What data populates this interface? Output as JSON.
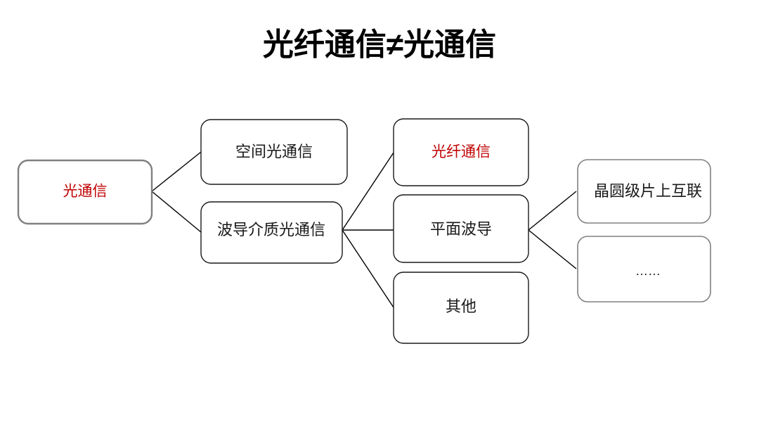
{
  "slide": {
    "title": "光纤通信≠光通信",
    "background": "#ffffff",
    "title_color": "#000000"
  },
  "colors": {
    "accent_red": "#C00000",
    "text_black": "#1a1a1a",
    "box_border_gray": "#808080",
    "box_border_black": "#1a1a1a",
    "connector": "#000000"
  },
  "diagram": {
    "type": "tree",
    "orientation": "left-to-right",
    "levels": [
      {
        "level": 1,
        "nodes": [
          {
            "id": "n1",
            "label": "光通信",
            "text_color": "#C00000",
            "border_color": "#808080"
          }
        ]
      },
      {
        "level": 2,
        "nodes": [
          {
            "id": "n2a",
            "label": "空间光通信",
            "text_color": "#1a1a1a",
            "border_color": "#1a1a1a"
          },
          {
            "id": "n2b",
            "label": "波导介质光通信",
            "text_color": "#1a1a1a",
            "border_color": "#1a1a1a"
          }
        ]
      },
      {
        "level": 3,
        "nodes": [
          {
            "id": "n3a",
            "label": "光纤通信",
            "text_color": "#C00000",
            "border_color": "#1a1a1a"
          },
          {
            "id": "n3b",
            "label": "平面波导",
            "text_color": "#1a1a1a",
            "border_color": "#1a1a1a"
          },
          {
            "id": "n3c",
            "label": "其他",
            "text_color": "#1a1a1a",
            "border_color": "#1a1a1a"
          }
        ]
      },
      {
        "level": 4,
        "nodes": [
          {
            "id": "n4a",
            "label": "晶圆级片上互联",
            "text_color": "#1a1a1a",
            "border_color": "#808080"
          },
          {
            "id": "n4b",
            "label": "……",
            "text_color": "#1a1a1a",
            "border_color": "#808080"
          }
        ]
      }
    ],
    "edges": [
      {
        "from": "n1",
        "to": "n2a"
      },
      {
        "from": "n1",
        "to": "n2b"
      },
      {
        "from": "n2b",
        "to": "n3a"
      },
      {
        "from": "n2b",
        "to": "n3b"
      },
      {
        "from": "n2b",
        "to": "n3c"
      },
      {
        "from": "n3b",
        "to": "n4a"
      },
      {
        "from": "n3b",
        "to": "n4b"
      }
    ]
  },
  "labels": {
    "n1": "光通信",
    "n2a": "空间光通信",
    "n2b": "波导介质光通信",
    "n3a": "光纤通信",
    "n3b": "平面波导",
    "n3c": "其他",
    "n4a": "晶圆级片上互联",
    "n4b": "……"
  }
}
